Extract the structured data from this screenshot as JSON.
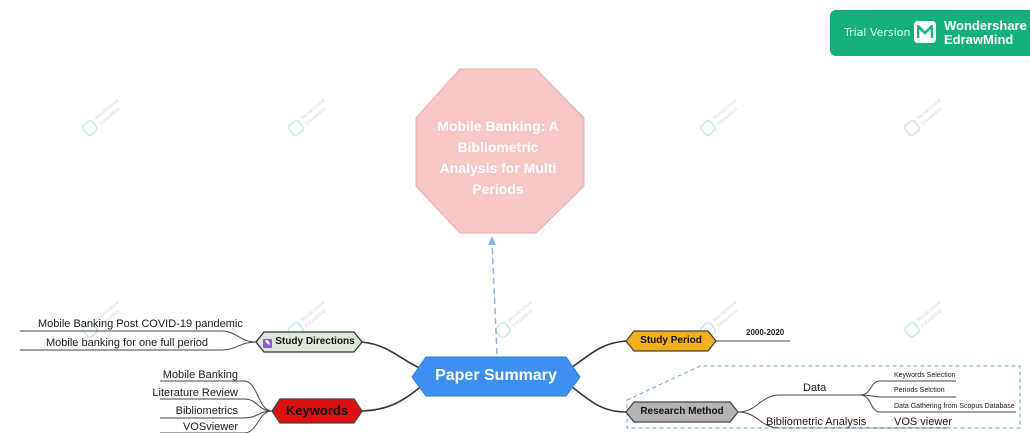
{
  "watermark": {
    "badge_text": "Trial Version",
    "brand_line_1": "Wondershare",
    "brand_line_2": "EdrawMind",
    "logo_icon": "edrawmind-logo-icon",
    "badge_color": "#14b07a"
  },
  "central_topic": {
    "title": "Mobile Banking: A Bibliometric Analysis for Multi Periods",
    "shape": "octagon",
    "fill": "#f7c6c6"
  },
  "main_topic": {
    "label": "Paper Summary",
    "fill": "#3d8ff0"
  },
  "branches": {
    "study_directions": {
      "label": "Study Directions",
      "icon": "note-icon",
      "fill": "#dde9d8",
      "items": [
        "Mobile Banking Post COVID-19 pandemic",
        "Mobile banking for one full period"
      ]
    },
    "keywords": {
      "label": "Keywords",
      "fill": "#dd1111",
      "items": [
        "Mobile Banking",
        "Literature Review",
        "Bibliometrics",
        "VOSviewer"
      ]
    },
    "study_period": {
      "label": "Study Period",
      "fill": "#f2b01e",
      "items": [
        "2000-2020"
      ]
    },
    "research_method": {
      "label": "Research Method",
      "fill": "#b4b4b4",
      "data": {
        "label": "Data",
        "items": [
          "Keywords Selection",
          "Periods Selction",
          "Data Gathering from Scopus Database"
        ]
      },
      "analysis": {
        "label": "Bibliometric Analysis",
        "items": [
          "VOS viewer"
        ]
      }
    }
  }
}
